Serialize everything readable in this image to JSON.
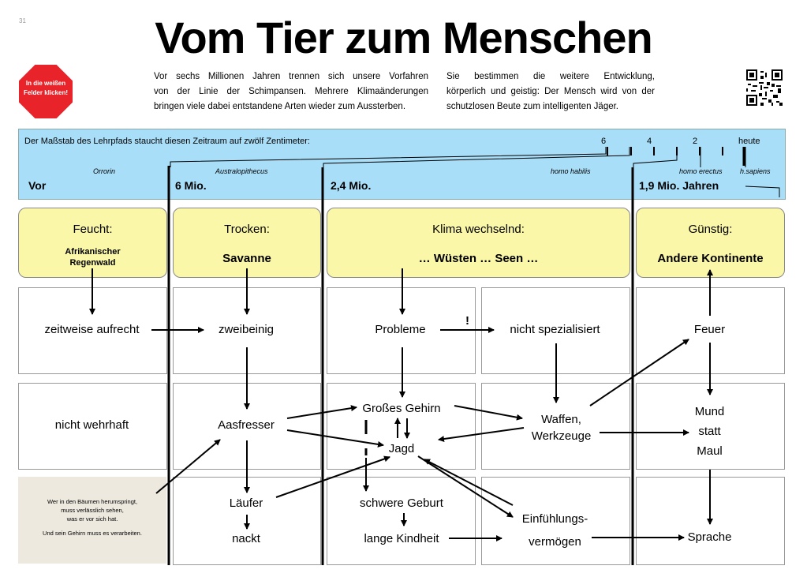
{
  "page_number": "31",
  "title": "Vom Tier zum Menschen",
  "stop_sign": {
    "line1": "In die weißen",
    "line2": "Felder klicken!",
    "color": "#e8232a"
  },
  "intro_left": {
    "line1": "Vor sechs Millionen Jahren trennen sich unsere Vorfahren",
    "line2": "von der Linie der Schimpansen. Mehrere Klimaänderungen",
    "line3": "bringen viele dabei entstandene Arten wieder zum  Aussterben."
  },
  "intro_right": {
    "line1": "Sie bestimmen die weitere Entwicklung,",
    "line2": "körperlich und geistig: Der Mensch wird von der",
    "line3": "schutzlosen Beute zum intelligenten Jäger."
  },
  "qr_icon": "qr-code",
  "timeline": {
    "scale_text": "Der Maßstab des Lehrpfads staucht diesen Zeitraum auf zwölf Zentimeter:",
    "scale_numbers": [
      "6",
      "4",
      "2",
      "heute"
    ],
    "species": [
      "Orrorin",
      "Australopithecus",
      "homo habilis",
      "homo erectus",
      "h.sapiens"
    ],
    "periods": [
      "Vor",
      "6 Mio.",
      "2,4 Mio.",
      "1,9 Mio. Jahren"
    ],
    "band_color": "#a9def9"
  },
  "climates": [
    {
      "title": "Feucht:",
      "sub1": "Afrikanischer",
      "sub2": "Regenwald"
    },
    {
      "title": "Trocken:",
      "sub1": "Savanne"
    },
    {
      "title": "Klima wechselnd:",
      "sub1": "… Wüsten … Seen …"
    },
    {
      "title": "Günstig:",
      "sub1": "Andere Kontinente"
    }
  ],
  "climate_color": "#fbf7a8",
  "nodes": {
    "zeitweise_aufrecht": "zeitweise aufrecht",
    "zweibeinig": "zweibeinig",
    "probleme": "Probleme",
    "exclamation": "!",
    "nicht_spezialisiert": "nicht spezialisiert",
    "feuer": "Feuer",
    "nicht_wehrhaft": "nicht wehrhaft",
    "aasfresser": "Aasfresser",
    "grosses_gehirn": "Großes Gehirn",
    "jagd": "Jagd",
    "waffen": "Waffen,",
    "werkzeuge": "Werkzeuge",
    "mund": "Mund",
    "statt": "statt",
    "maul": "Maul",
    "laeufer": "Läufer",
    "nackt": "nackt",
    "schwere_geburt": "schwere Geburt",
    "lange_kindheit": "lange Kindheit",
    "einfuehlungs": "Einfühlungs-",
    "vermoegen": "vermögen",
    "sprache": "Sprache"
  },
  "note": {
    "line1": "Wer in den Bäumen herumspringt,",
    "line2": "muss verlässlich sehen,",
    "line3": "was er vor sich hat.",
    "line4": "Und sein Gehirn muss es verarbeiten."
  },
  "note_color": "#ede9df"
}
